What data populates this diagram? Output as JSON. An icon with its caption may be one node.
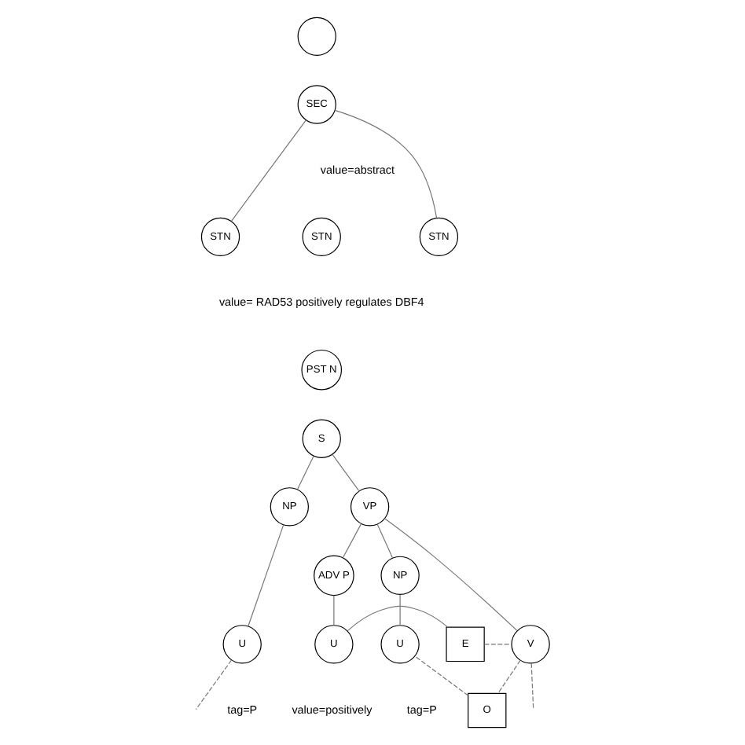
{
  "diagram": {
    "nodes": [
      {
        "text": [],
        "shape": "circle"
      },
      {
        "text": [
          "SEC"
        ]
      },
      {
        "text": [
          "STN"
        ]
      },
      {
        "text": [
          "STN"
        ]
      },
      {
        "text": [
          "STN"
        ]
      },
      {
        "text": [
          "PST N"
        ]
      },
      {
        "text": [
          "S"
        ]
      },
      {
        "text": [
          "NP"
        ]
      },
      {
        "text": [
          "VP"
        ]
      },
      {
        "text": [
          "ADV P"
        ]
      },
      {
        "text": [
          "NP"
        ]
      },
      {
        "text": [
          "U"
        ]
      },
      {
        "text": [
          "U"
        ]
      },
      {
        "text": [
          "E"
        ]
      },
      {
        "text": [
          "V"
        ]
      },
      {
        "text": [
          "O"
        ]
      },
      {
        "text": [
          "U"
        ]
      }
    ],
    "edges": [
      {
        "from": 1,
        "to": 2,
        "arrow": "none"
      },
      {
        "from": 1,
        "to": 4,
        "arrow": "none"
      },
      {
        "from": 6,
        "to": 7,
        "arrow": "none"
      },
      {
        "from": 6,
        "to": 8,
        "arrow": "none"
      },
      {
        "from": 8,
        "to": 9,
        "arrow": "none"
      },
      {
        "from": 8,
        "to": 14,
        "arrow": "none"
      },
      {
        "from": 8,
        "to": 10,
        "arrow": "none"
      },
      {
        "from": 7,
        "to": 11,
        "arrow": "none"
      },
      {
        "from": 9,
        "to": 12,
        "arrow": "none"
      },
      {
        "from": 10,
        "to": 16,
        "arrow": "none"
      },
      {
        "from": 12,
        "to": 13,
        "arrow": "none"
      },
      {
        "from": 13,
        "to": 14,
        "arrow": "none",
        "style": "dashed"
      },
      {
        "from": 14,
        "to": 15,
        "arrow": "none",
        "style": "dashed"
      },
      {
        "from": 15,
        "to": 16,
        "arrow": "none",
        "style": "dashed"
      },
      {
        "from": 11,
        "to": null,
        "arrow": "none",
        "style": "dashed"
      },
      {
        "from": 14,
        "to": null,
        "arrow": "none",
        "style": "dashed"
      }
    ],
    "labels": [
      "value=abstract",
      "value= RAD53 positively regulates DBF4",
      "tag=P",
      "value=positively",
      "tag=P"
    ]
  }
}
